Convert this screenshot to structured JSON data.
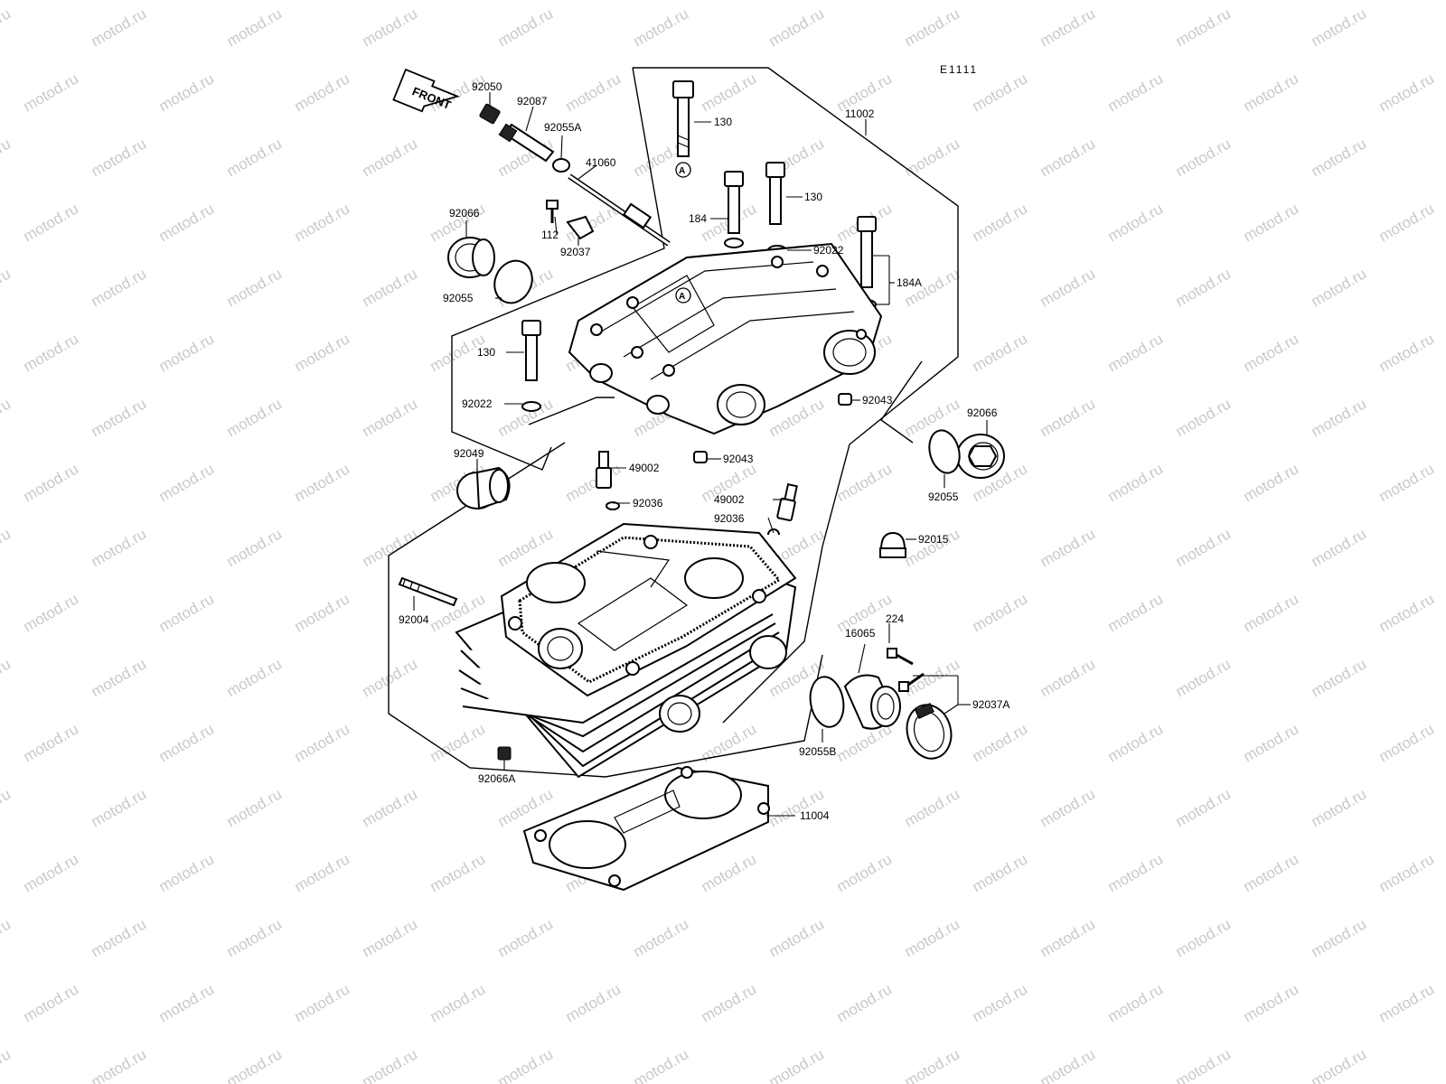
{
  "diagram_code": "E1111",
  "watermark_text": "motod.ru",
  "front_arrow_label": "FRONT",
  "reference_marker": "A",
  "callouts": [
    {
      "id": "92050",
      "label": "92050"
    },
    {
      "id": "92087",
      "label": "92087"
    },
    {
      "id": "92055A",
      "label": "92055A"
    },
    {
      "id": "41060",
      "label": "41060"
    },
    {
      "id": "130_top",
      "label": "130"
    },
    {
      "id": "11002",
      "label": "11002"
    },
    {
      "id": "130_mid",
      "label": "130"
    },
    {
      "id": "184",
      "label": "184"
    },
    {
      "id": "92022_right",
      "label": "92022"
    },
    {
      "id": "184A",
      "label": "184A"
    },
    {
      "id": "92066_left",
      "label": "92066"
    },
    {
      "id": "112",
      "label": "112"
    },
    {
      "id": "92037",
      "label": "92037"
    },
    {
      "id": "92055_left",
      "label": "92055"
    },
    {
      "id": "130_left",
      "label": "130"
    },
    {
      "id": "92022_left",
      "label": "92022"
    },
    {
      "id": "92043_a",
      "label": "92043"
    },
    {
      "id": "92066_right",
      "label": "92066"
    },
    {
      "id": "92049",
      "label": "92049"
    },
    {
      "id": "92043_b",
      "label": "92043"
    },
    {
      "id": "49002_a",
      "label": "49002"
    },
    {
      "id": "92055_right",
      "label": "92055"
    },
    {
      "id": "92036_a",
      "label": "92036"
    },
    {
      "id": "49002_b",
      "label": "49002"
    },
    {
      "id": "92036_b",
      "label": "92036"
    },
    {
      "id": "92015",
      "label": "92015"
    },
    {
      "id": "92004",
      "label": "92004"
    },
    {
      "id": "224",
      "label": "224"
    },
    {
      "id": "16065",
      "label": "16065"
    },
    {
      "id": "92037A",
      "label": "92037A"
    },
    {
      "id": "92055B",
      "label": "92055B"
    },
    {
      "id": "92066A",
      "label": "92066A"
    },
    {
      "id": "11004",
      "label": "11004"
    }
  ]
}
